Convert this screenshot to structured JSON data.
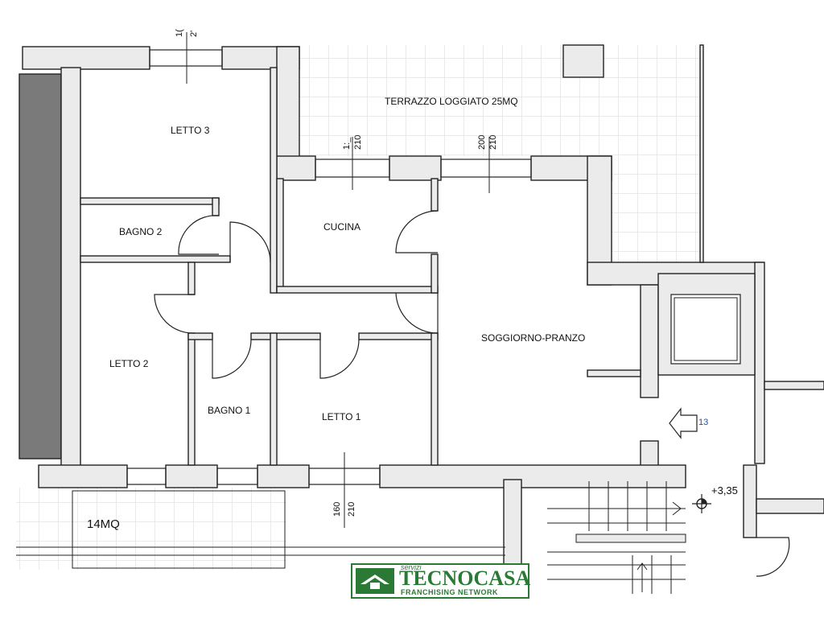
{
  "rooms": {
    "terrazzo": "TERRAZZO LOGGIATO 25MQ",
    "letto3": "LETTO 3",
    "bagno2": "BAGNO 2",
    "cucina": "CUCINA",
    "soggiorno": "SOGGIORNO-PRANZO",
    "letto2": "LETTO 2",
    "bagno1": "BAGNO 1",
    "letto1": "LETTO 1",
    "balcone": "14MQ"
  },
  "dimensions": {
    "top_a": "1(",
    "top_b": "2'",
    "terr_a": "1:_",
    "terr_b": "210",
    "sogg_a": "200",
    "sogg_b": "210",
    "bot_a": "160",
    "bot_b": "210"
  },
  "markers": {
    "arrow_number": "13",
    "elevation": "+3,35"
  },
  "logo": {
    "prefix": "servizi",
    "brand": "TECNOCASA",
    "tagline": "FRANCHISING NETWORK"
  },
  "colors": {
    "wall_fill": "#ebebeb",
    "column_fill": "#7a7a7a",
    "brand_green": "#2a7a35",
    "arrow_number": "#1f4fa8"
  }
}
